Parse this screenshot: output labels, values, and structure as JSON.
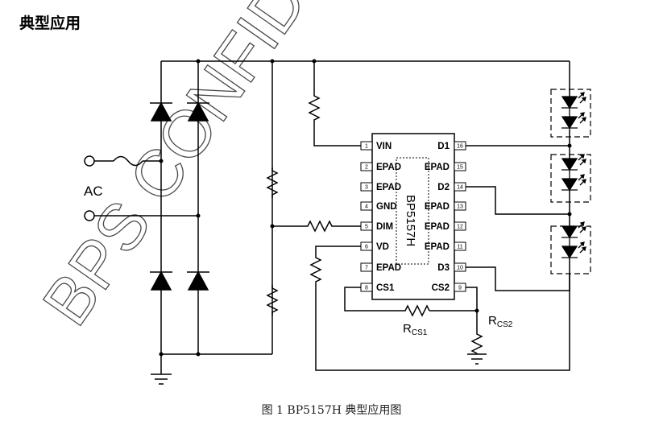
{
  "heading": "典型应用",
  "caption": "图 1  BP5157H 典型应用图",
  "watermark": "BPS CONFIDENTIAL",
  "ac_label": "AC",
  "chip": {
    "name": "BP5157H",
    "left_pins": [
      {
        "num": "1",
        "label": "VIN"
      },
      {
        "num": "2",
        "label": "EPAD"
      },
      {
        "num": "3",
        "label": "EPAD"
      },
      {
        "num": "4",
        "label": "GND"
      },
      {
        "num": "5",
        "label": "DIM"
      },
      {
        "num": "6",
        "label": "VD"
      },
      {
        "num": "7",
        "label": "EPAD"
      },
      {
        "num": "8",
        "label": "CS1"
      }
    ],
    "right_pins": [
      {
        "num": "16",
        "label": "D1"
      },
      {
        "num": "15",
        "label": "EPAD"
      },
      {
        "num": "14",
        "label": "D2"
      },
      {
        "num": "13",
        "label": "EPAD"
      },
      {
        "num": "12",
        "label": "EPAD"
      },
      {
        "num": "11",
        "label": "EPAD"
      },
      {
        "num": "10",
        "label": "D3"
      },
      {
        "num": "9",
        "label": "CS2"
      }
    ]
  },
  "rcs1": {
    "main": "R",
    "sub": "CS1"
  },
  "rcs2": {
    "main": "R",
    "sub": "CS2"
  }
}
